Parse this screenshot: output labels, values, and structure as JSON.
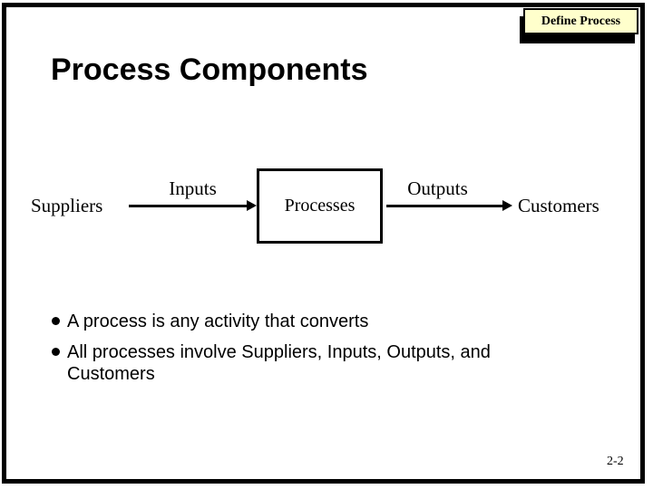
{
  "slide": {
    "banner": {
      "label": "Define Process",
      "bg_color": "#FFFFCC"
    },
    "title": "Process Components",
    "diagram": {
      "suppliers_label": "Suppliers",
      "inputs_label": "Inputs",
      "process_box_label": "Processes",
      "outputs_label": "Outputs",
      "customers_label": "Customers"
    },
    "bullets": [
      "A process is any activity that converts",
      "All processes involve Suppliers, Inputs, Outputs, and Customers"
    ],
    "page_number": "2-2"
  }
}
